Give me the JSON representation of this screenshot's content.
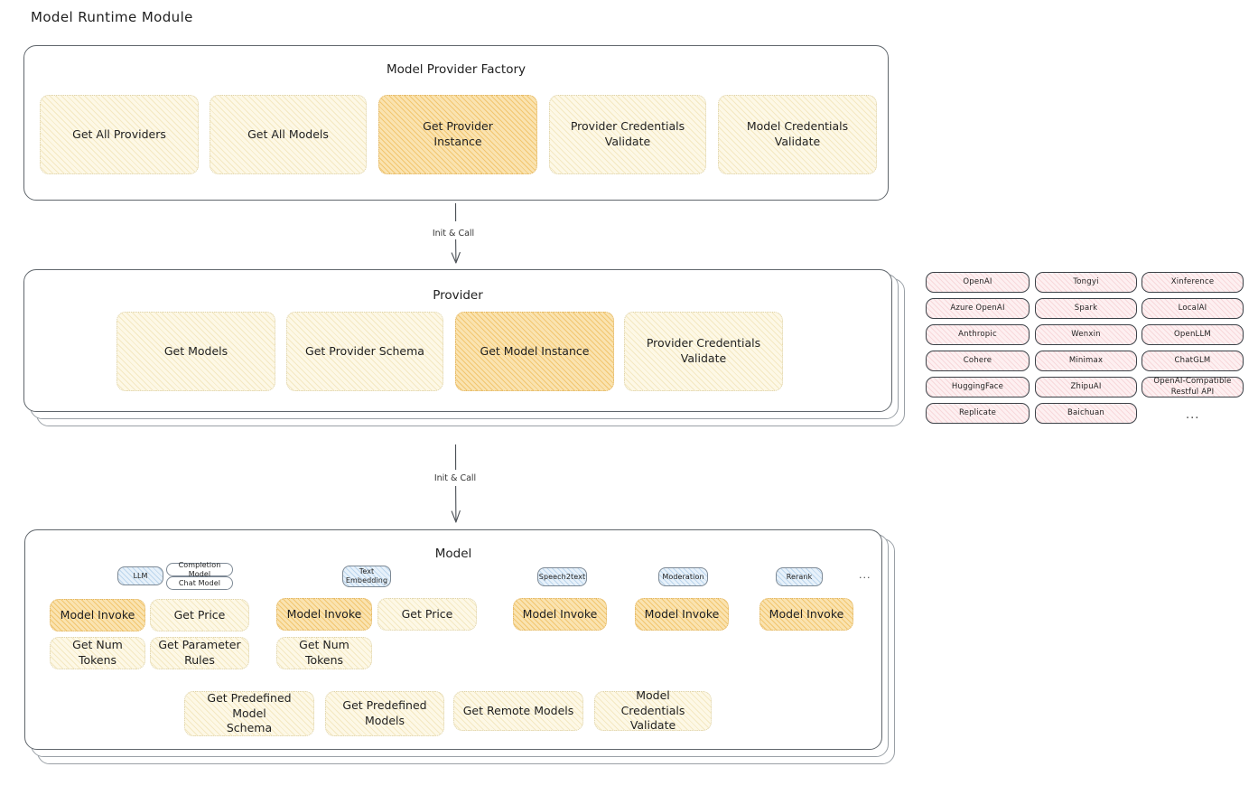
{
  "page": {
    "title": "Model Runtime Module"
  },
  "factory": {
    "title": "Model Provider Factory",
    "nodes": [
      {
        "label": "Get All Providers",
        "style": "gold-light"
      },
      {
        "label": "Get All Models",
        "style": "gold-light"
      },
      {
        "label": "Get Provider\nInstance",
        "style": "gold-dark"
      },
      {
        "label": "Provider Credentials\nValidate",
        "style": "gold-light"
      },
      {
        "label": "Model Credentials\nValidate",
        "style": "gold-light"
      }
    ]
  },
  "arrows": [
    {
      "label": "Init & Call"
    },
    {
      "label": "Init & Call"
    }
  ],
  "provider": {
    "title": "Provider",
    "nodes": [
      {
        "label": "Get Models",
        "style": "gold-light"
      },
      {
        "label": "Get Provider Schema",
        "style": "gold-light"
      },
      {
        "label": "Get Model Instance",
        "style": "gold-dark"
      },
      {
        "label": "Provider Credentials\nValidate",
        "style": "gold-light"
      }
    ]
  },
  "provider_list": {
    "columns": [
      {
        "items": [
          "OpenAI",
          "Azure OpenAI",
          "Anthropic",
          "Cohere",
          "HuggingFace",
          "Replicate"
        ]
      },
      {
        "items": [
          "Tongyi",
          "Spark",
          "Wenxin",
          "Minimax",
          "ZhipuAI",
          "Baichuan"
        ]
      },
      {
        "items": [
          "Xinference",
          "LocalAI",
          "OpenLLM",
          "ChatGLM",
          "OpenAI-Compatible Restful API"
        ]
      }
    ],
    "more": "..."
  },
  "model": {
    "title": "Model",
    "more": "...",
    "groups": [
      {
        "tag": "LLM",
        "tag_style": "blue",
        "subtags": [
          "Completion Model",
          "Chat Model"
        ],
        "nodes": [
          {
            "label": "Model Invoke",
            "style": "gold-dark"
          },
          {
            "label": "Get Price",
            "style": "gold-light"
          },
          {
            "label": "Get Num Tokens",
            "style": "gold-light"
          },
          {
            "label": "Get Parameter\nRules",
            "style": "gold-light"
          }
        ]
      },
      {
        "tag": "Text\nEmbedding",
        "tag_style": "blue",
        "subtags": [],
        "nodes": [
          {
            "label": "Model Invoke",
            "style": "gold-dark"
          },
          {
            "label": "Get Price",
            "style": "gold-light"
          },
          {
            "label": "Get Num Tokens",
            "style": "gold-light"
          }
        ]
      },
      {
        "tag": "Speech2text",
        "tag_style": "blue",
        "subtags": [],
        "nodes": [
          {
            "label": "Model Invoke",
            "style": "gold-dark"
          }
        ]
      },
      {
        "tag": "Moderation",
        "tag_style": "blue",
        "subtags": [],
        "nodes": [
          {
            "label": "Model Invoke",
            "style": "gold-dark"
          }
        ]
      },
      {
        "tag": "Rerank",
        "tag_style": "blue",
        "subtags": [],
        "nodes": [
          {
            "label": "Model Invoke",
            "style": "gold-dark"
          }
        ]
      }
    ],
    "common_nodes": [
      {
        "label": "Get Predefined Model\nSchema",
        "style": "gold-light"
      },
      {
        "label": "Get Predefined\nModels",
        "style": "gold-light"
      },
      {
        "label": "Get Remote Models",
        "style": "gold-light"
      },
      {
        "label": "Model Credentials\nValidate",
        "style": "gold-light"
      }
    ]
  },
  "colors": {
    "gold_dark": "#fae3b0",
    "gold_light": "#fdf8e6",
    "blue": "#e7f1fa",
    "pink": "#fdf0f1",
    "ink": "#1f1f1f"
  }
}
